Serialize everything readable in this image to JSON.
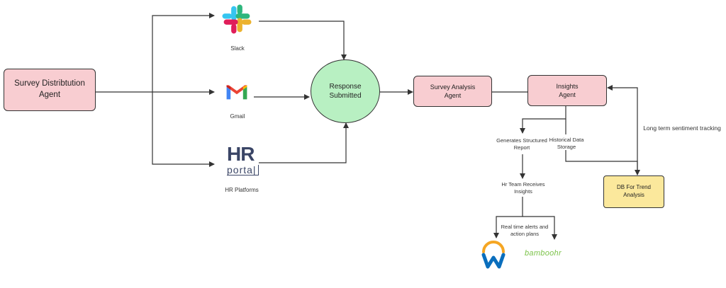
{
  "nodes": {
    "survey_distribution": "Survey Distribtution Agent",
    "response_submitted": "Response Submitted",
    "survey_analysis": "Survey Analysis Agent",
    "insights": "Insights Agent",
    "db_trend": "DB For Trend Analysis"
  },
  "channels": {
    "slack": "Slack",
    "gmail": "Gmail",
    "hr_platforms": "HR Platforms"
  },
  "hr_logo": {
    "top": "HR",
    "bottom": "porta|"
  },
  "labels": {
    "generates_report": "Generates Structured Report",
    "historical_storage": "Historical Data Storage",
    "hr_team_receives": "Hr Team Receives Insights",
    "realtime_alerts": "Real time alerts and action plans",
    "long_term": "Long term sentiment tracking"
  },
  "bamboo_logo": "bamboohr",
  "colors": {
    "agent_fill": "#f8cdd1",
    "response_fill": "#b8f0c2",
    "db_fill": "#fbe89c",
    "line": "#333333"
  },
  "icons": [
    "slack-icon",
    "gmail-icon",
    "hr-portal-icon",
    "workday-icon",
    "bamboohr-icon"
  ]
}
